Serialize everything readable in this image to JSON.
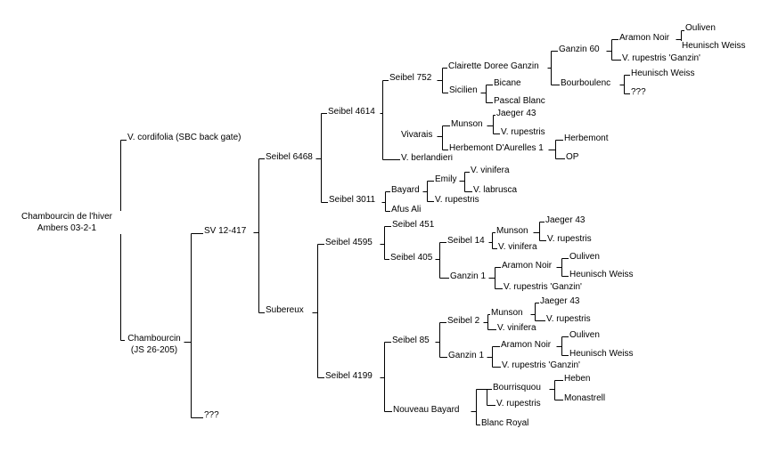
{
  "root": {
    "line1": "Chambourcin de l'hiver",
    "line2": "Ambers 03-2-1"
  },
  "nodes": {
    "cordifolia": "V. cordifolia (SBC back gate)",
    "chambourcin": "Chambourcin",
    "chambourcin_sub": "(JS 26-205)",
    "sv12417": "SV 12-417",
    "unknown_root": "???",
    "seibel6468": "Seibel 6468",
    "subereux": "Subereux",
    "seibel4614": "Seibel 4614",
    "seibel3011": "Seibel 3011",
    "seibel752": "Seibel 752",
    "vivarais": "Vivarais",
    "berlandieri": "V. berlandieri",
    "clairette": "Clairette Doree Ganzin",
    "sicilien": "Sicilien",
    "ganzin60": "Ganzin 60",
    "bourboulenc": "Bourboulenc",
    "aramon_a": "Aramon Noir",
    "rupestris_ganzin_a": "V. rupestris 'Ganzin'",
    "ouliven_a": "Ouliven",
    "heunisch_a": "Heunisch Weiss",
    "heunisch_b": "Heunisch Weiss",
    "unknown_b": "???",
    "bicane": "Bicane",
    "pascal": "Pascal Blanc",
    "munson_a": "Munson",
    "herbemont_aurelles": "Herbemont D'Aurelles 1",
    "jaeger_a": "Jaeger 43",
    "rupestris_a": "V. rupestris",
    "herbemont": "Herbemont",
    "op": "OP",
    "bayard": "Bayard",
    "afus": "Afus Ali",
    "emily": "Emily",
    "rupestris_b": "V. rupestris",
    "vinifera_a": "V. vinifera",
    "labrusca": "V. labrusca",
    "seibel4595": "Seibel 4595",
    "seibel4199": "Seibel 4199",
    "seibel451": "Seibel 451",
    "seibel405": "Seibel 405",
    "seibel14": "Seibel 14",
    "ganzin1_a": "Ganzin 1",
    "munson_b": "Munson",
    "vinifera_b": "V. vinifera",
    "jaeger_b": "Jaeger 43",
    "rupestris_c": "V. rupestris",
    "aramon_b": "Aramon Noir",
    "rupestris_ganzin_b": "V. rupestris 'Ganzin'",
    "ouliven_b": "Ouliven",
    "heunisch_c": "Heunisch Weiss",
    "seibel85": "Seibel 85",
    "nouveau_bayard": "Nouveau Bayard",
    "seibel2": "Seibel 2",
    "ganzin1_b": "Ganzin 1",
    "munson_c": "Munson",
    "vinifera_c": "V. vinifera",
    "jaeger_c": "Jaeger 43",
    "rupestris_d": "V. rupestris",
    "aramon_c": "Aramon Noir",
    "rupestris_ganzin_c": "V. rupestris 'Ganzin'",
    "ouliven_c": "Ouliven",
    "heunisch_d": "Heunisch Weiss",
    "bourrisquou": "Bourrisquou",
    "rupestris_e": "V. rupestris",
    "blanc_royal": "Blanc Royal",
    "heben": "Heben",
    "monastrell": "Monastrell"
  }
}
